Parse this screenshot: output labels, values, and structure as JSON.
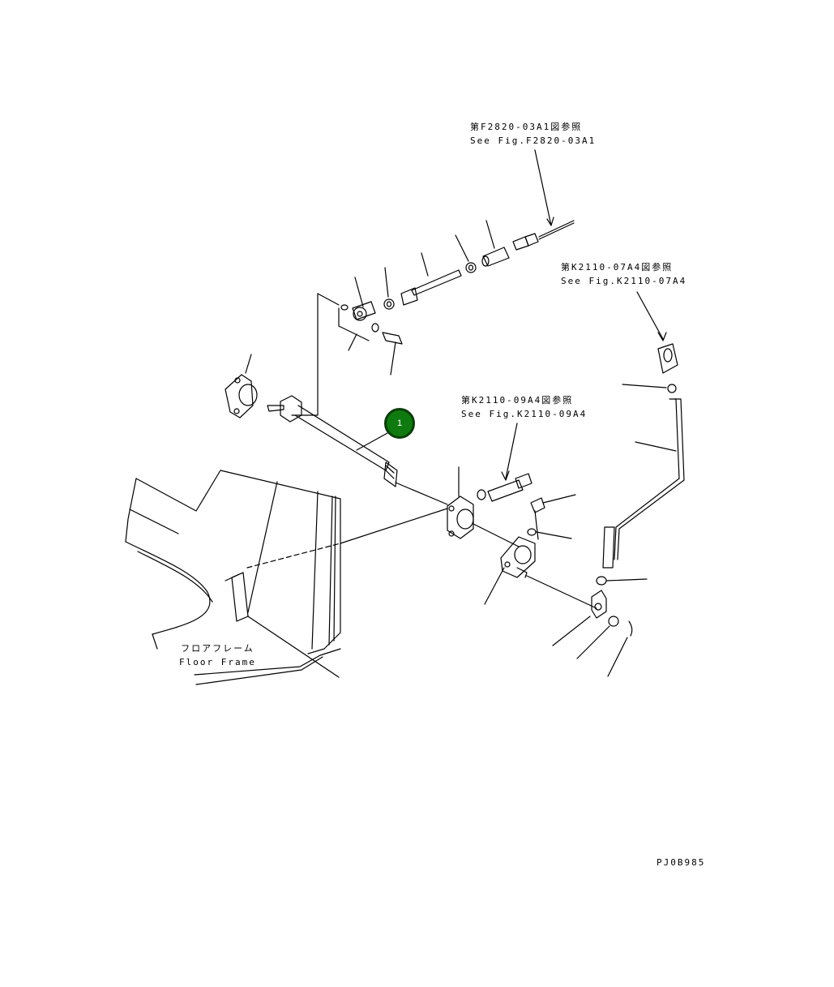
{
  "references": [
    {
      "jp": "第F2820-03A1図参照",
      "en": "See Fig.F2820-03A1"
    },
    {
      "jp": "第K2110-07A4図参照",
      "en": "See Fig.K2110-07A4"
    },
    {
      "jp": "第K2110-09A4図参照",
      "en": "See Fig.K2110-09A4"
    }
  ],
  "floor_frame": {
    "jp": "フロアフレーム",
    "en": "Floor Frame"
  },
  "callouts": [
    {
      "label": "1",
      "color": "#0f7a0f"
    }
  ],
  "drawing_code": "PJ0B985"
}
